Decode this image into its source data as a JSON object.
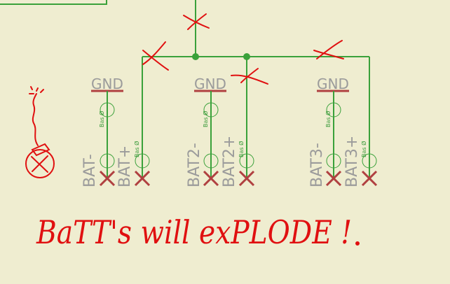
{
  "gnd_symbols": [
    {
      "label": "GND"
    },
    {
      "label": "GND"
    },
    {
      "label": "GND"
    }
  ],
  "battery_pins": [
    {
      "label": "BAT-"
    },
    {
      "label": "BAT+"
    },
    {
      "label": "BAT2-"
    },
    {
      "label": "BAT2+"
    },
    {
      "label": "BAT3-"
    },
    {
      "label": "BAT3+"
    }
  ],
  "pin_tags": [
    "Bas Ø",
    "Bas Ø"
  ],
  "annotation": {
    "text": "BaTT's will exPLODE !"
  },
  "colors": {
    "background": "#efedd0",
    "wire": "#3aa13a",
    "label": "#9b9b9b",
    "no_connect": "#b04040",
    "markup": "#e01010"
  }
}
